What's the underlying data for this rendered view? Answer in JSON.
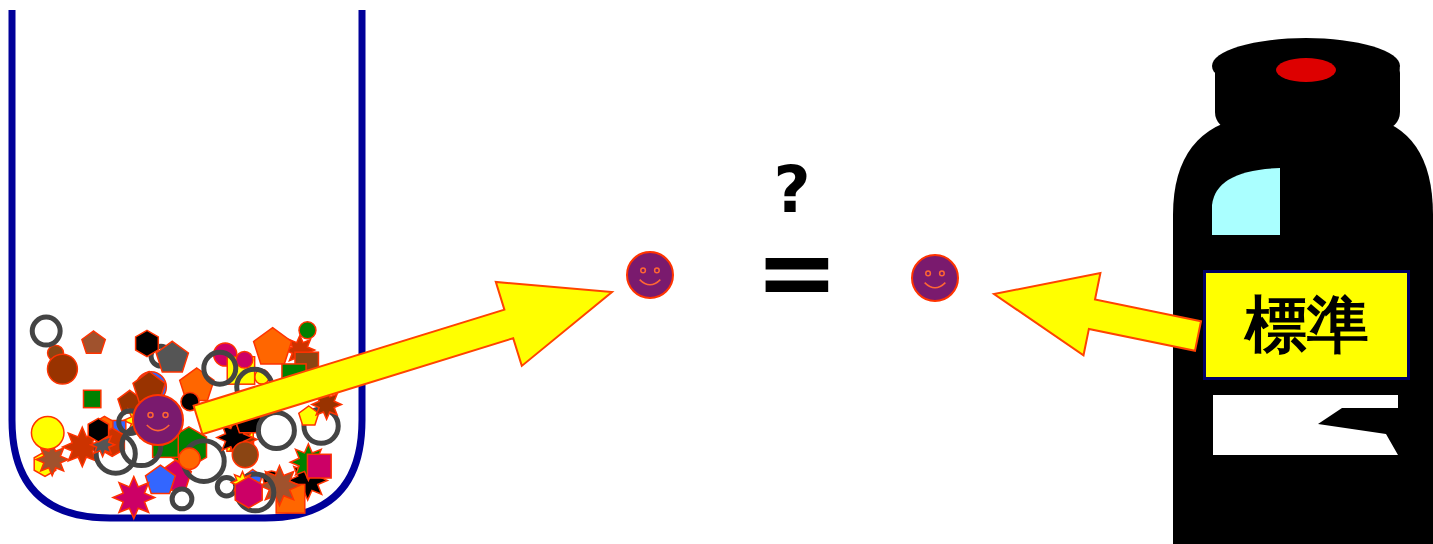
{
  "diagram": {
    "nodes": [
      {
        "text": [
          "標準"
        ]
      }
    ],
    "labels": [
      "?",
      "="
    ]
  }
}
